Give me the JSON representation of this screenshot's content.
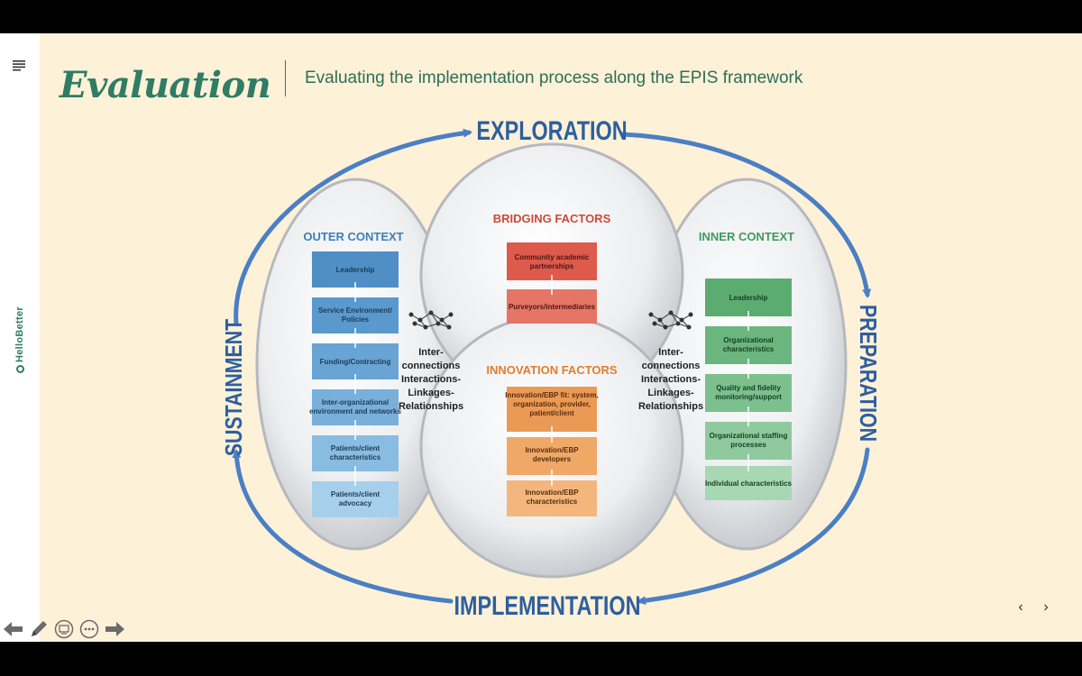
{
  "slide": {
    "title": "Evaluation",
    "subtitle": "Evaluating the implementation process along the EPIS framework"
  },
  "brand": {
    "name": "HelloBetter"
  },
  "diagram": {
    "phases": {
      "exploration": "EXPLORATION",
      "preparation": "PREPARATION",
      "implementation": "IMPLEMENTATION",
      "sustainment": "SUSTAINMENT"
    },
    "outer_context": {
      "heading": "OUTER CONTEXT",
      "items": [
        "Leadership",
        "Service Environment/ Policies",
        "Funding/Contracting",
        "Inter-organizational environment and networks",
        "Patients/client characteristics",
        "Patients/client advocacy"
      ]
    },
    "bridging_factors": {
      "heading": "BRIDGING FACTORS",
      "items": [
        "Community academic partnerships",
        "Purveyors/intermediaries"
      ]
    },
    "innovation_factors": {
      "heading": "INNOVATION FACTORS",
      "items": [
        "Innovation/EBP fit: system, organization, provider, patient/client",
        "Innovation/EBP developers",
        "Innovation/EBP characteristics"
      ]
    },
    "inner_context": {
      "heading": "INNER CONTEXT",
      "items": [
        "Leadership",
        "Organizational characteristics",
        "Quality and fidelity monitoring/support",
        "Organizational staffing processes",
        "Individual characteristics"
      ]
    },
    "interconnections": {
      "left": [
        "Inter-",
        "connections",
        "Interactions-",
        "Linkages-",
        "Relationships"
      ],
      "right": [
        "Inter-",
        "connections",
        "Interactions-",
        "Linkages-",
        "Relationships"
      ]
    }
  },
  "colors": {
    "accent": "#2e7d64",
    "phase_text": "#2d5fa0",
    "arrow": "#4a7fc4",
    "outer": "#5a9bd0",
    "bridging": "#d9574a",
    "innovation": "#e8944a",
    "inner": "#5fae74"
  },
  "nav": {
    "prev": "‹",
    "next": "›"
  },
  "toolbar": [
    "arrow-left-icon",
    "pen-icon",
    "screen-icon",
    "more-icon",
    "arrow-right-icon"
  ]
}
